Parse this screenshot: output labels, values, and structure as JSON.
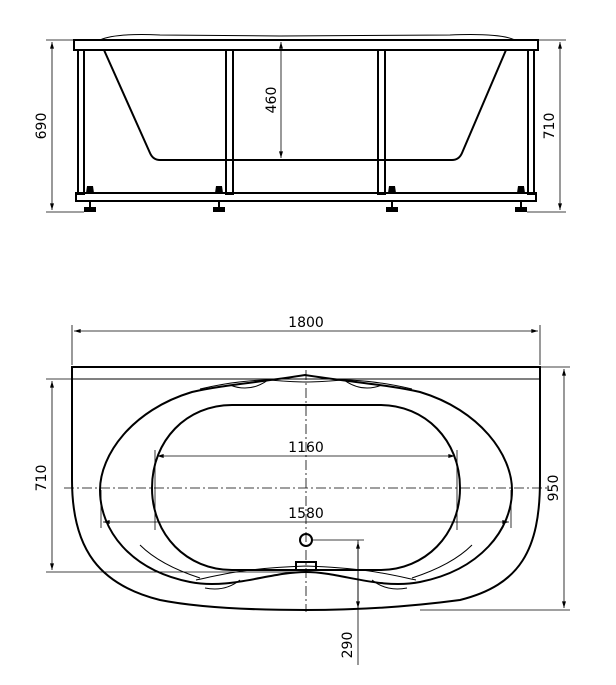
{
  "side_view": {
    "dim_total_height": "690",
    "dim_depth": "460",
    "dim_rim_height": "710"
  },
  "top_view": {
    "dim_length": "1800",
    "dim_inner_length": "1160",
    "dim_bowl_length": "1580",
    "dim_inner_width": "710",
    "dim_width": "950",
    "dim_drain_offset": "290"
  }
}
